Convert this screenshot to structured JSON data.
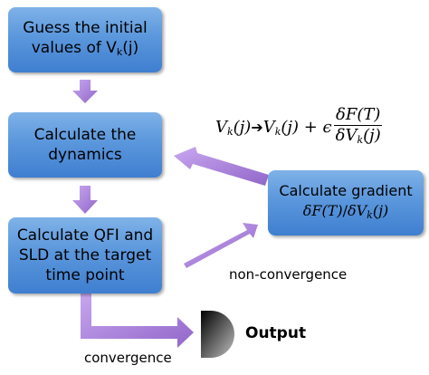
{
  "steps": {
    "guess": {
      "line1": "Guess the initial",
      "line2_prefix": "values of V",
      "line2_sub": "k",
      "line2_suffix": "(j)"
    },
    "dynamics": {
      "line1": "Calculate the",
      "line2": "dynamics"
    },
    "qfi": {
      "line1": "Calculate QFI and",
      "line2": "SLD at the target",
      "line3": "time point"
    },
    "gradient": {
      "line1": "Calculate gradient",
      "formula_left": "δF(T)",
      "formula_sep": "/",
      "formula_right_prefix": "δV",
      "formula_right_sub": "k",
      "formula_right_suffix": "(j)"
    }
  },
  "update_rule": {
    "lhs": "V",
    "lhs_sub": "k",
    "lhs_arg": "(j)",
    "arrow": "➔",
    "rhs": "V",
    "rhs_sub": "k",
    "rhs_arg": "(j) + ϵ",
    "frac_num": "δF(T)",
    "frac_den_prefix": "δV",
    "frac_den_sub": "k",
    "frac_den_suffix": "(j)"
  },
  "labels": {
    "non_convergence": "non-convergence",
    "convergence": "convergence",
    "output": "Output"
  },
  "colors": {
    "box_blue": "#5b97dc",
    "arrow_purple": "#a77cd6"
  }
}
